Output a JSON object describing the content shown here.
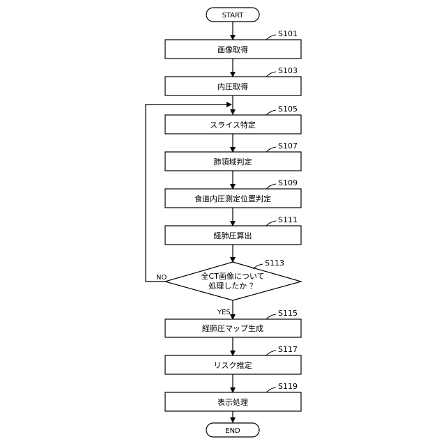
{
  "flowchart": {
    "start_label": "START",
    "end_label": "END",
    "processes": [
      {
        "id": "S101",
        "label": "画像取得"
      },
      {
        "id": "S103",
        "label": "内圧取得"
      },
      {
        "id": "S105",
        "label": "スライス特定"
      },
      {
        "id": "S107",
        "label": "肺領域判定"
      },
      {
        "id": "S109",
        "label": "食道内圧測定位置判定"
      },
      {
        "id": "S111",
        "label": "経肺圧算出"
      },
      {
        "id": "S115",
        "label": "経肺圧マップ生成"
      },
      {
        "id": "S117",
        "label": "リスク推定"
      },
      {
        "id": "S119",
        "label": "表示処理"
      }
    ],
    "decision": {
      "id": "S113",
      "line1": "全CT画像について",
      "line2": "処理したか ？",
      "yes_label": "YES",
      "no_label": "NO"
    }
  }
}
